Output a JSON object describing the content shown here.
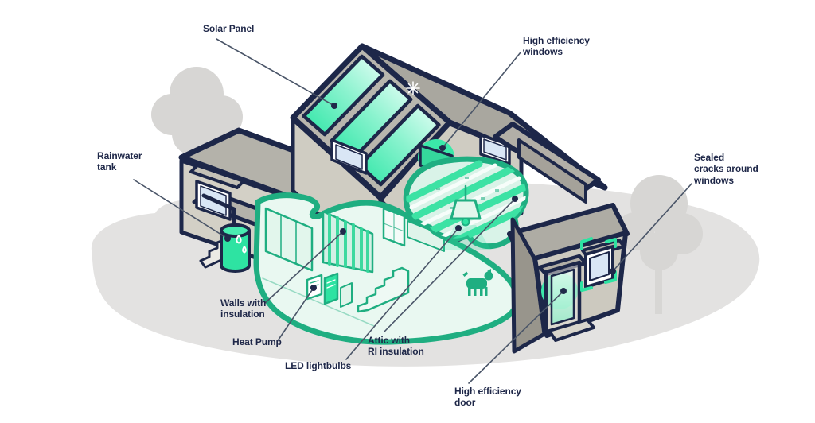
{
  "figure": {
    "type": "annotated-diagram",
    "callouts": [
      {
        "id": "solar-panel",
        "text": "Solar Panel"
      },
      {
        "id": "high-efficiency-windows",
        "text": "High efficiency\nwindows"
      },
      {
        "id": "rainwater-tank",
        "text": "Rainwater\ntank"
      },
      {
        "id": "sealed-cracks-around-windows",
        "text": "Sealed\ncracks around\nwindows"
      },
      {
        "id": "walls-with-insulation",
        "text": "Walls with\ninsulation"
      },
      {
        "id": "heat-pump",
        "text": "Heat Pump"
      },
      {
        "id": "led-lightbulbs",
        "text": "LED lightbulbs"
      },
      {
        "id": "attic-with-ri-insulation",
        "text": "Attic with\nRI insulation"
      },
      {
        "id": "high-efficiency-door",
        "text": "High efficiency\ndoor"
      }
    ],
    "colors": {
      "label_navy": "#1e2748",
      "outline_navy": "#1d2749",
      "accent_mint": "#2ee3a2",
      "outline_green": "#1fae81",
      "wall_beige": "#cfccc2",
      "roof_gray": "#a9a79f",
      "ground_gray": "#e3e2e1",
      "window_blue": "#d9e6f5"
    }
  }
}
